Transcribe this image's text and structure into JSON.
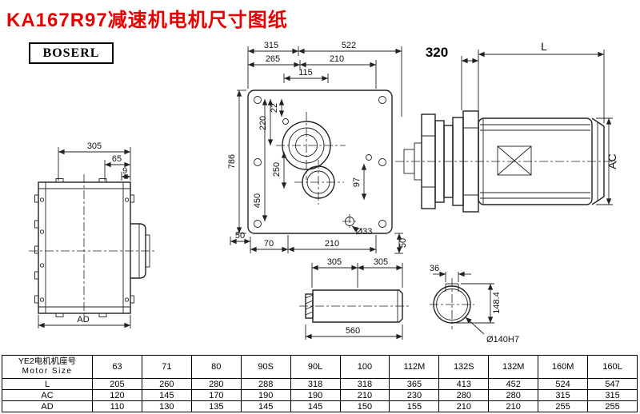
{
  "page": {
    "title": "KA167R97减速机电机尺寸图纸",
    "brand": "BOSERL"
  },
  "drawing": {
    "side_view": {
      "d305": "305",
      "d65": "65",
      "d9": "9",
      "dAD": "AD"
    },
    "front_view": {
      "d315": "315",
      "d522": "522",
      "d265": "265",
      "d210_top": "210",
      "d115": "115",
      "d786": "786",
      "d22": "22",
      "d220": "220",
      "d250": "250",
      "d450": "450",
      "d97": "97",
      "d50_left": "50",
      "d70": "70",
      "d210_bottom": "210",
      "d33": "Ø33",
      "d50_right": "50"
    },
    "motor_view": {
      "d320": "320",
      "dL": "L",
      "dAC": "AC"
    },
    "shaft_view": {
      "d305a": "305",
      "d305b": "305",
      "d560": "560"
    },
    "bore_view": {
      "d36": "36",
      "d148": "148.4",
      "d140": "Ø140H7"
    }
  },
  "table": {
    "row_header_cn": "YE2电机机座号",
    "row_header_en": "Motor Size",
    "sizes": [
      "63",
      "71",
      "80",
      "90S",
      "90L",
      "100",
      "112M",
      "132S",
      "132M",
      "160M",
      "160L"
    ],
    "rows": [
      {
        "label": "L",
        "values": [
          "205",
          "260",
          "280",
          "288",
          "318",
          "318",
          "365",
          "413",
          "452",
          "524",
          "547"
        ]
      },
      {
        "label": "AC",
        "values": [
          "120",
          "145",
          "170",
          "190",
          "190",
          "210",
          "230",
          "280",
          "280",
          "315",
          "315"
        ]
      },
      {
        "label": "AD",
        "values": [
          "110",
          "130",
          "135",
          "145",
          "145",
          "150",
          "155",
          "210",
          "210",
          "255",
          "255"
        ]
      }
    ]
  }
}
